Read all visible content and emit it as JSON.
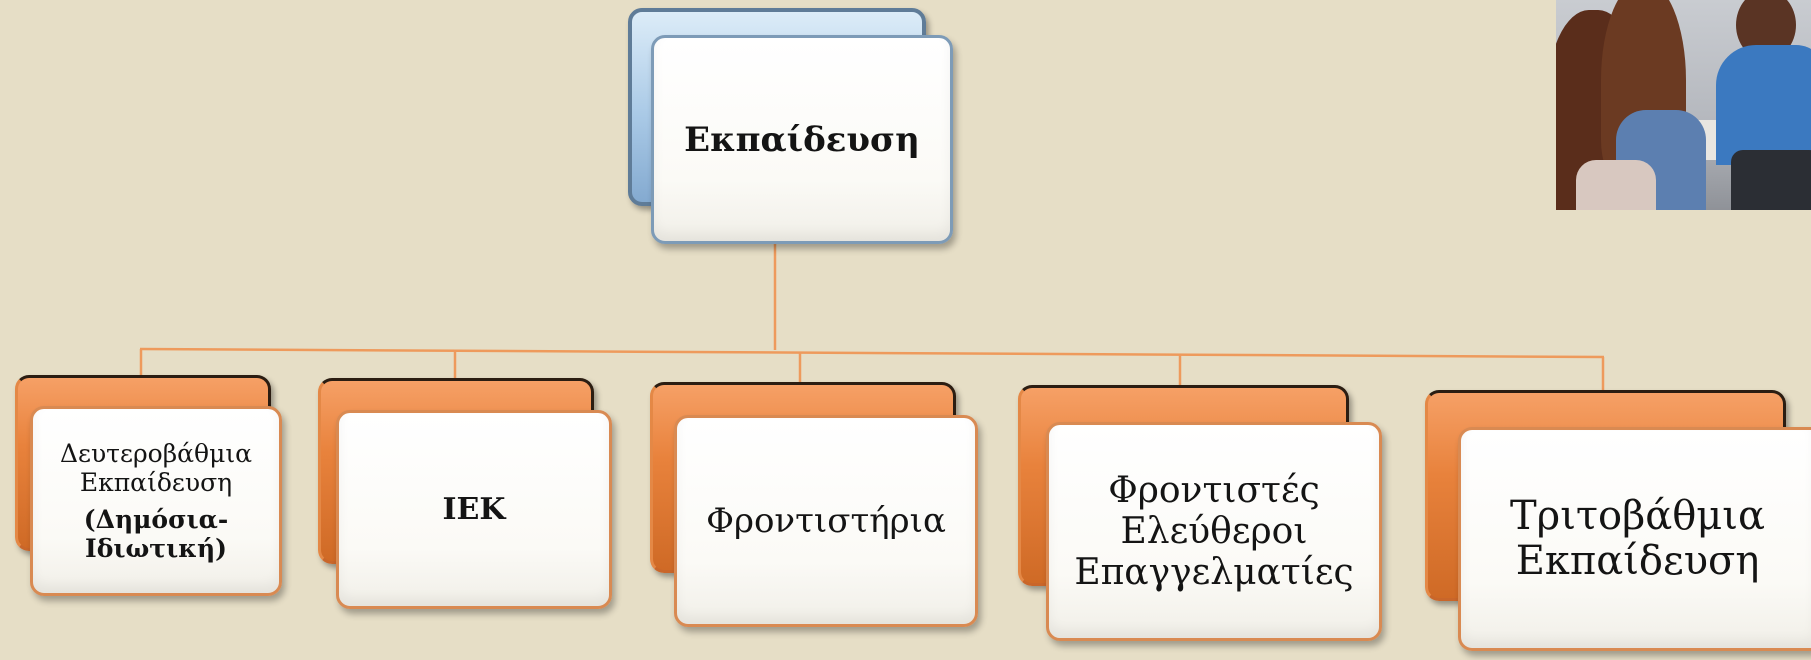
{
  "root": {
    "label": "Εκπαίδευση"
  },
  "children": [
    {
      "lines": [
        "Δευτεροβάθμια",
        "Εκπαίδευση"
      ],
      "bold_lines": [
        "(Δημόσια-",
        "Ιδιωτική)"
      ]
    },
    {
      "label": "ΙΕΚ"
    },
    {
      "label": "Φροντιστήρια"
    },
    {
      "lines": [
        "Φροντιστές",
        "Ελεύθεροι",
        "Επαγγελματίες"
      ]
    },
    {
      "lines": [
        "Τριτοβάθμια",
        "Εκπαίδευση"
      ]
    }
  ],
  "colors": {
    "background": "#e6dec6",
    "connector": "#ee9a5c",
    "child_accent": "#e8823c",
    "root_accent": "#a9c9e6"
  },
  "photo": {
    "subject": "classroom-students"
  }
}
